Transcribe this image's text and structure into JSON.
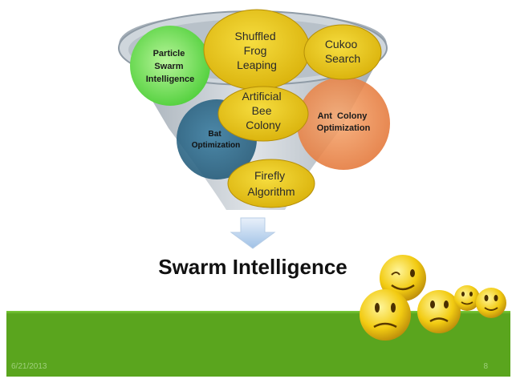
{
  "slide": {
    "title": "Swarm Intelligence",
    "date": "6/21/2013",
    "page_number": "8"
  },
  "algorithms": {
    "pso": [
      "Particle",
      "Swarm",
      "Intelligence"
    ],
    "shuffled_frog": [
      "Shuffled",
      "Frog",
      "Leaping"
    ],
    "cuckoo": [
      "Cukoo",
      "Search"
    ],
    "artificial_bee": [
      "Artificial",
      "Bee",
      "Colony"
    ],
    "ant_colony": [
      "Ant  Colony",
      "Optimization"
    ],
    "bat": [
      "Bat",
      "Optimization"
    ],
    "firefly": [
      "Firefly",
      "Algorithm"
    ]
  },
  "colors": {
    "pso": "#7fe05a",
    "shuffled_frog": "#e6c315",
    "bat": "#2f6a8c",
    "ant_colony": "#f08a4b",
    "band": "#5aa51e"
  }
}
